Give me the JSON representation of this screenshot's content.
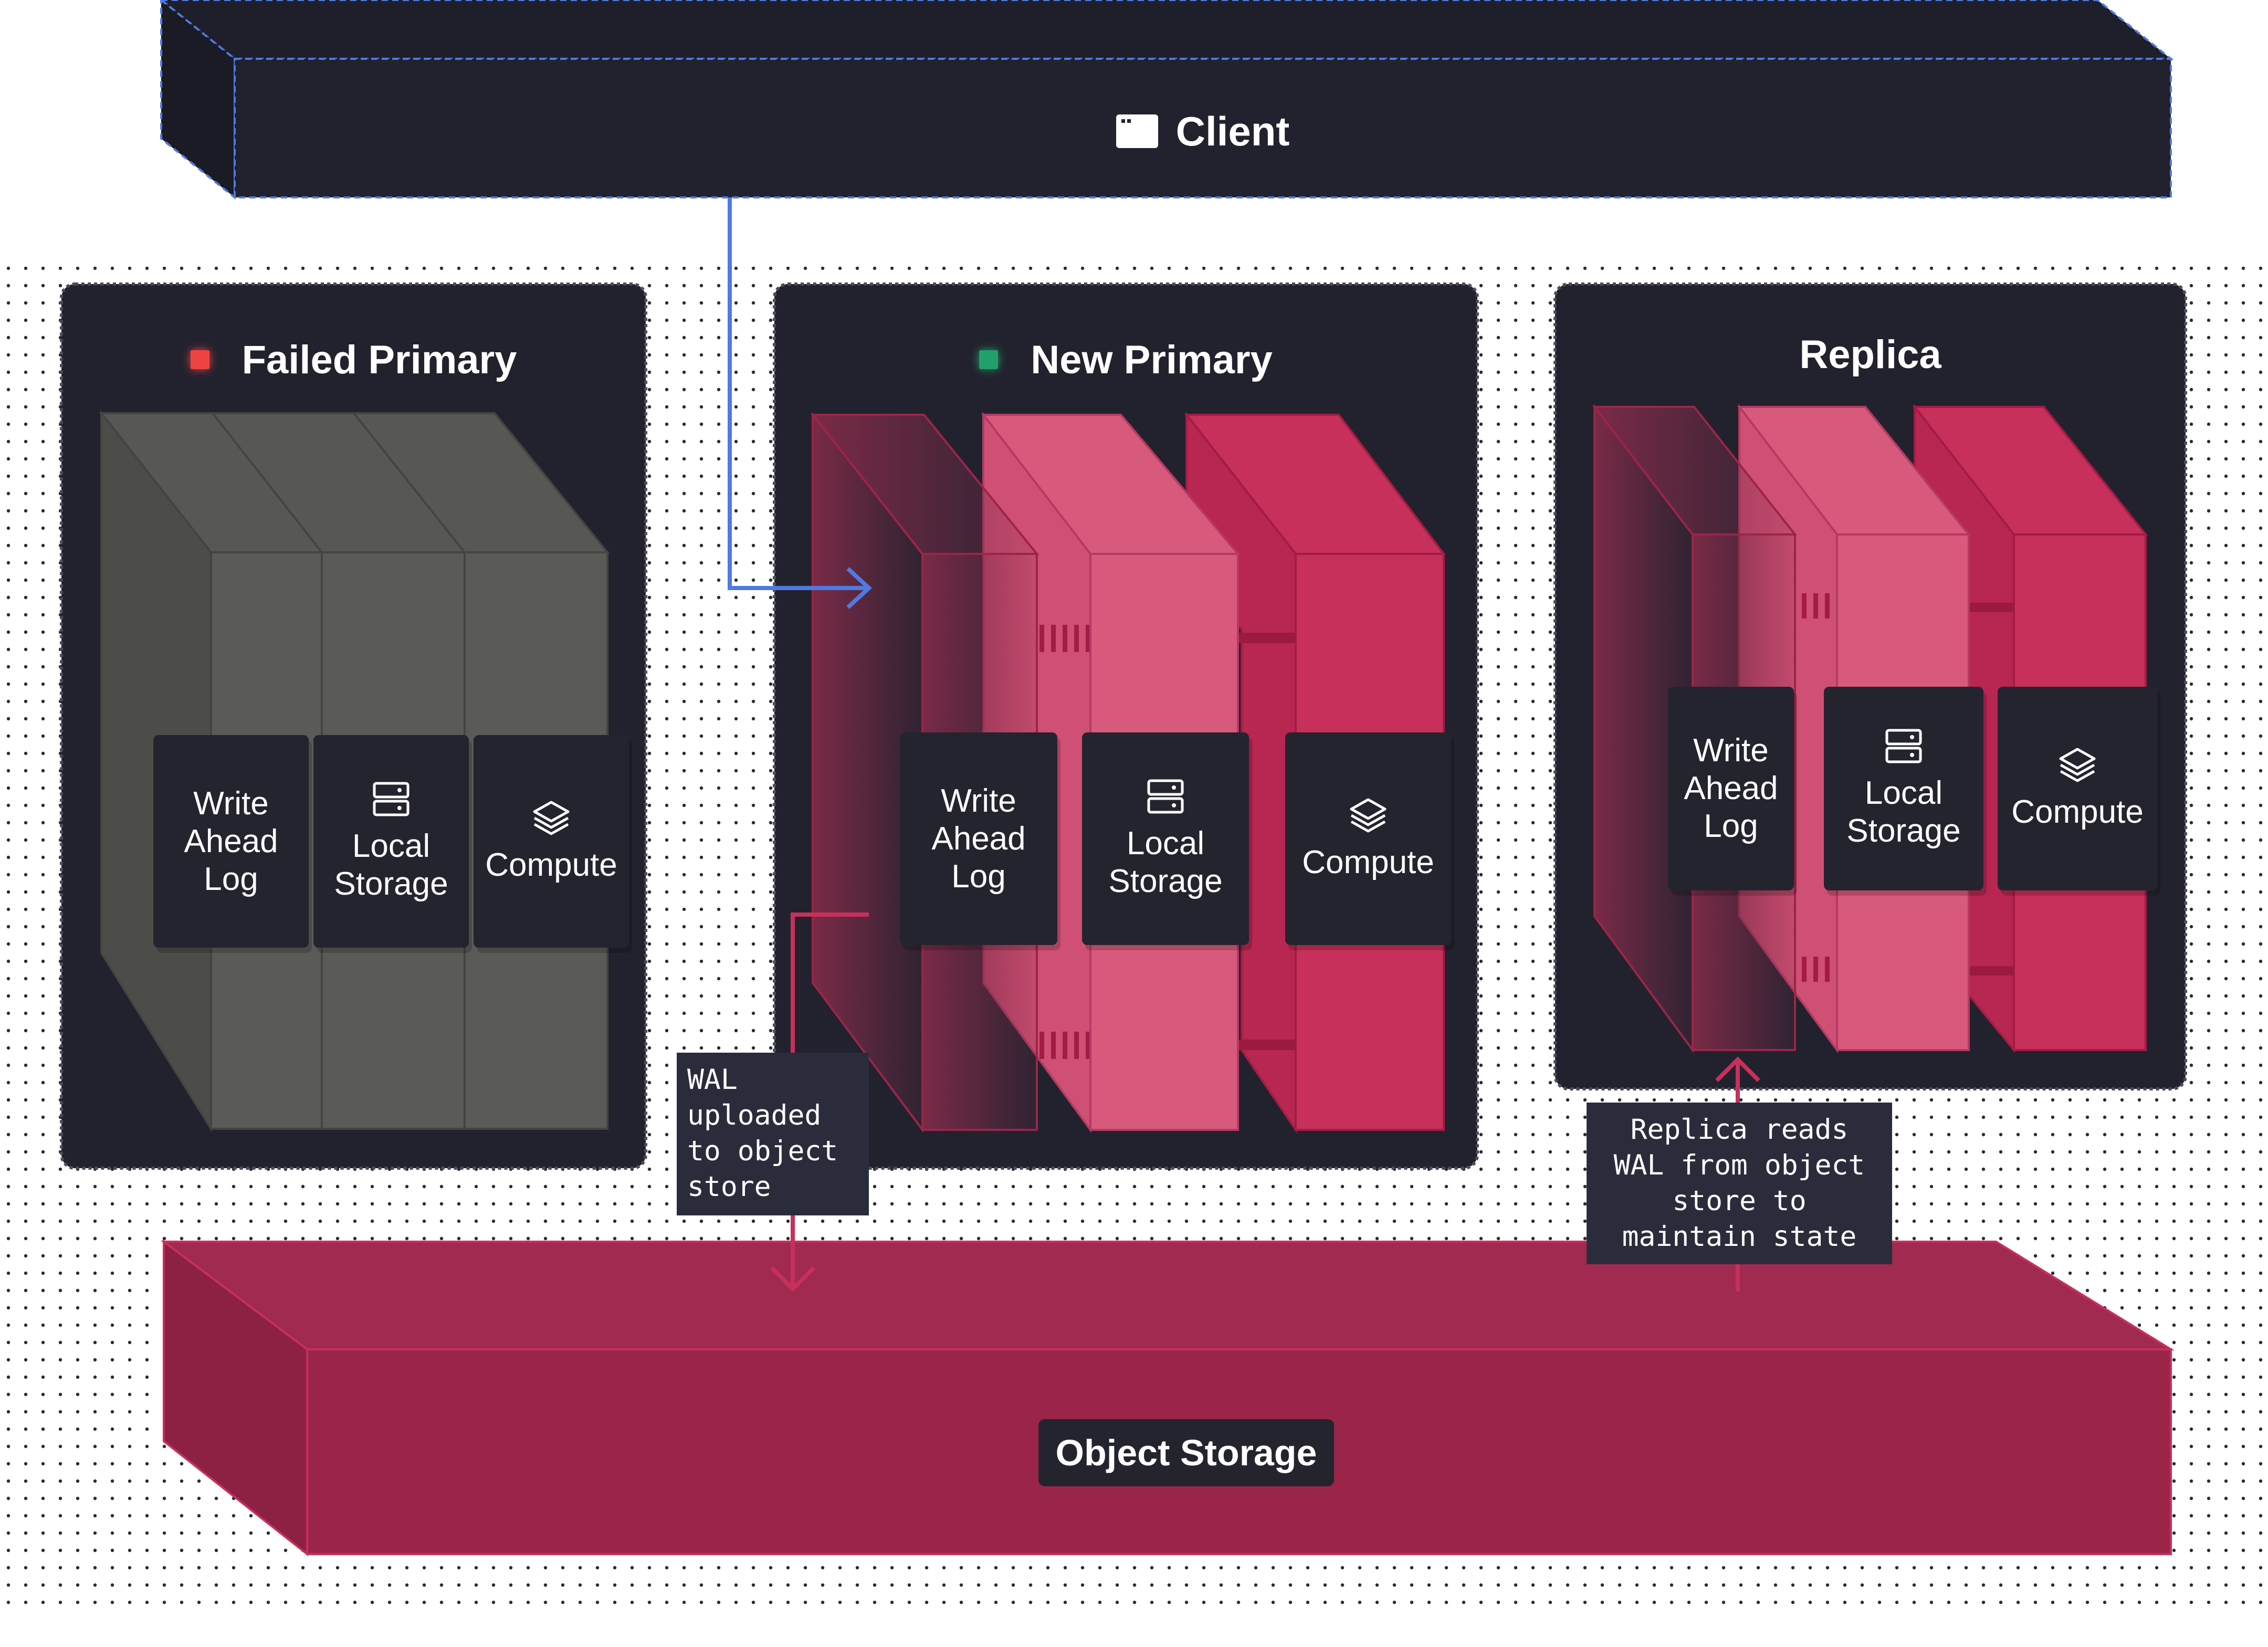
{
  "client": {
    "title": "Client",
    "icon": "browser-window-icon"
  },
  "nodes": [
    {
      "id": "failed",
      "title": "Failed Primary",
      "status_color": "#ef4444",
      "components": [
        {
          "label": "Write\nAhead\nLog",
          "icon": ""
        },
        {
          "label": "Local\nStorage",
          "icon": "server-icon"
        },
        {
          "label": "Compute",
          "icon": "layers-icon"
        }
      ]
    },
    {
      "id": "new",
      "title": "New Primary",
      "status_color": "#22a06b",
      "components": [
        {
          "label": "Write\nAhead\nLog",
          "icon": ""
        },
        {
          "label": "Local\nStorage",
          "icon": "server-icon"
        },
        {
          "label": "Compute",
          "icon": "layers-icon"
        }
      ]
    },
    {
      "id": "replica",
      "title": "Replica",
      "status_color": "",
      "components": [
        {
          "label": "Write\nAhead\nLog",
          "icon": ""
        },
        {
          "label": "Local\nStorage",
          "icon": "server-icon"
        },
        {
          "label": "Compute",
          "icon": "layers-icon"
        }
      ]
    }
  ],
  "annotations": {
    "wal_upload": "WAL\nuploaded\nto object\nstore",
    "replica_reads": "Replica reads\nWAL from object\nstore to\nmaintain state"
  },
  "object_storage": {
    "title": "Object Storage"
  },
  "colors": {
    "panel": "#22222e",
    "failed_block": "#5a5a57",
    "wal_block": "#7a2a47",
    "storage_block": "#d75a7d",
    "compute_block": "#c7305b",
    "object_storage": "#9b2548",
    "client_arrow": "#4f7ae0",
    "storage_arrow": "#c7305b"
  }
}
